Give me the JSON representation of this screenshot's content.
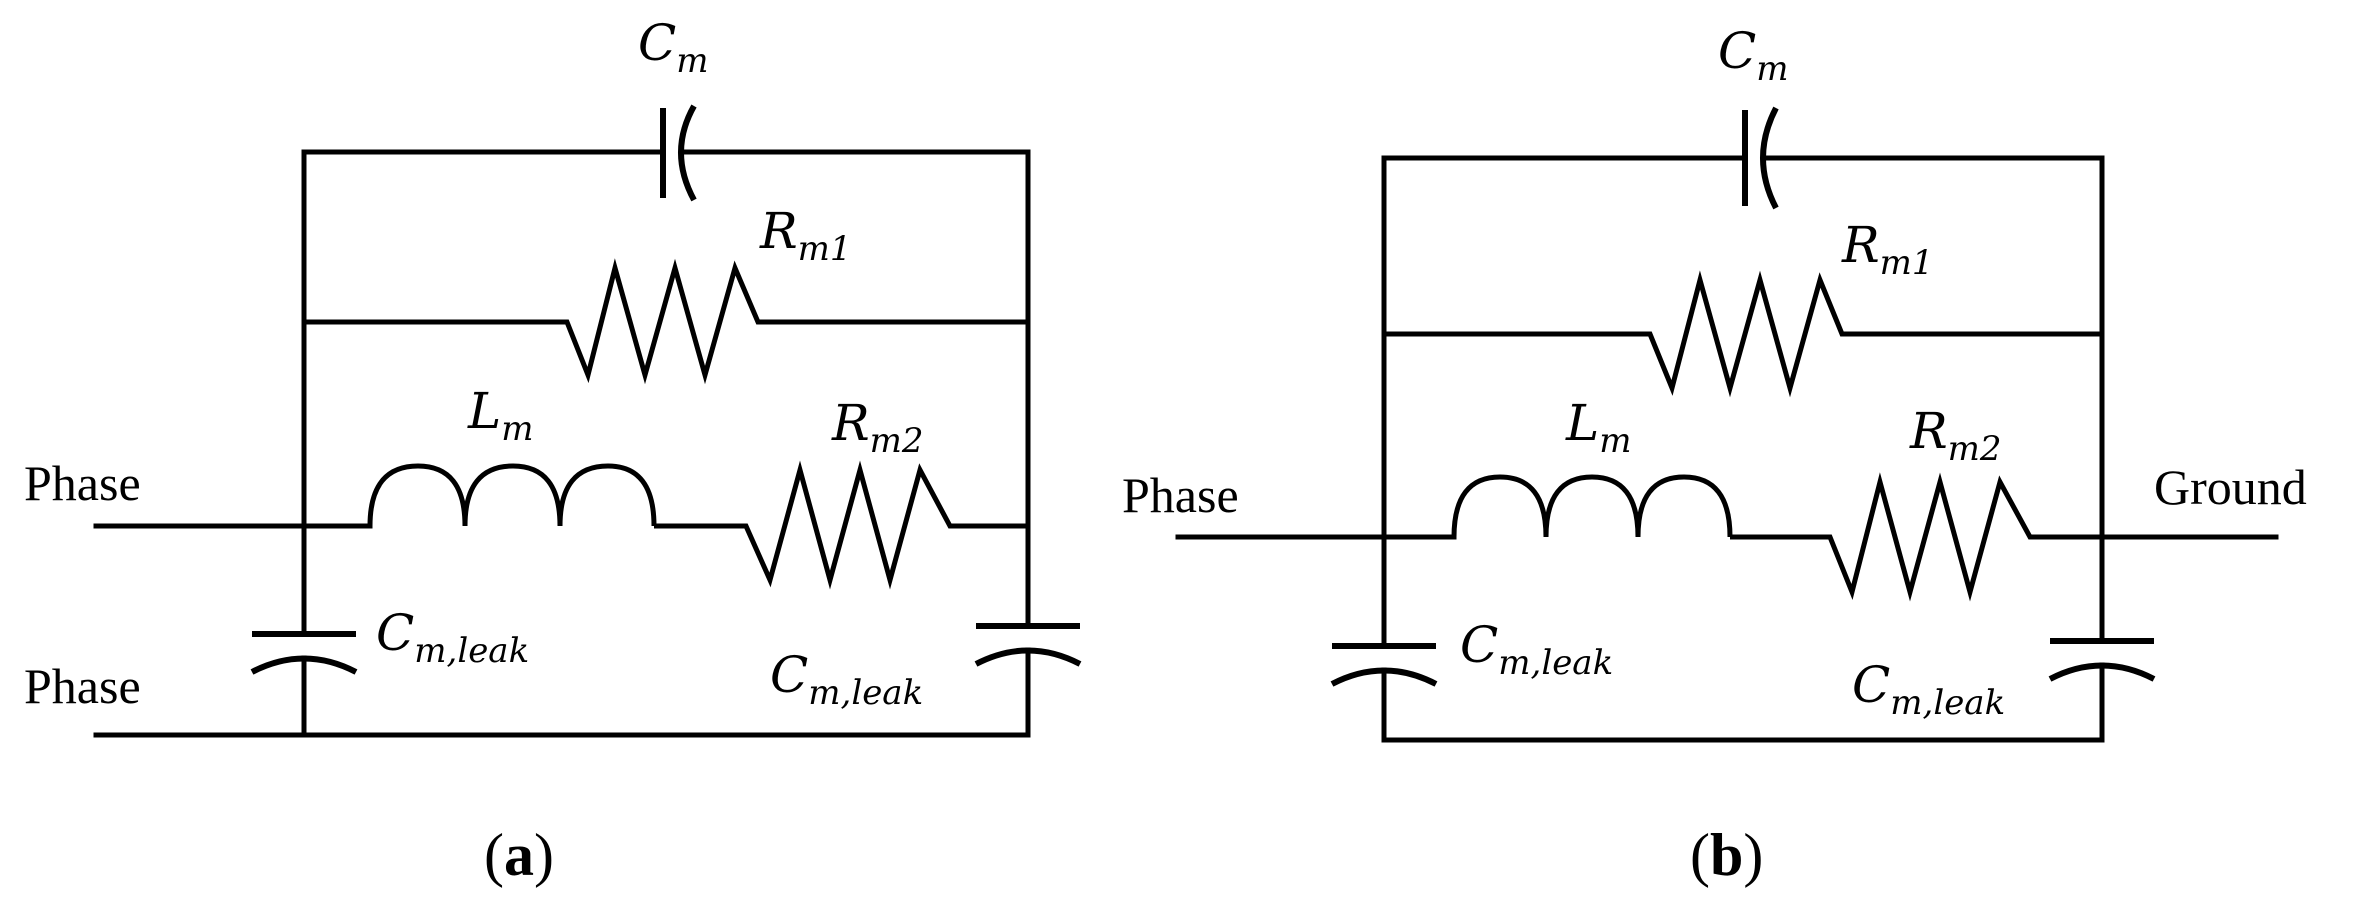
{
  "panels": [
    {
      "caption_letter": "a",
      "terminal_upper": "Phase",
      "terminal_lower": "Phase",
      "cm": {
        "symbol": "C",
        "sub": "m"
      },
      "rm1": {
        "symbol": "R",
        "sub": "m1"
      },
      "lm": {
        "symbol": "L",
        "sub": "m"
      },
      "rm2": {
        "symbol": "R",
        "sub": "m2"
      },
      "cleak_left": {
        "symbol": "C",
        "sub": "m,leak"
      },
      "cleak_right": {
        "symbol": "C",
        "sub": "m,leak"
      }
    },
    {
      "caption_letter": "b",
      "terminal_left": "Phase",
      "terminal_right": "Ground",
      "cm": {
        "symbol": "C",
        "sub": "m"
      },
      "rm1": {
        "symbol": "R",
        "sub": "m1"
      },
      "lm": {
        "symbol": "L",
        "sub": "m"
      },
      "rm2": {
        "symbol": "R",
        "sub": "m2"
      },
      "cleak_left": {
        "symbol": "C",
        "sub": "m,leak"
      },
      "cleak_right": {
        "symbol": "C",
        "sub": "m,leak"
      }
    }
  ]
}
